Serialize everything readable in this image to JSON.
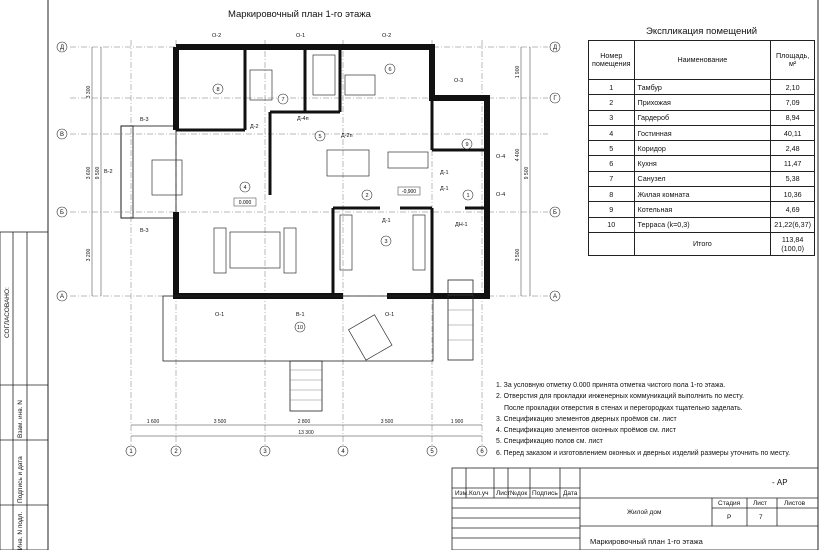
{
  "drawing_title": "Маркировочный план 1-го этажа",
  "explication": {
    "title": "Экспликация помещений",
    "headers": {
      "num": "Номер помещения",
      "name": "Наименование",
      "area": "Площадь, м²"
    },
    "rows": [
      {
        "num": "1",
        "name": "Тамбур",
        "area": "2,10"
      },
      {
        "num": "2",
        "name": "Прихожая",
        "area": "7,09"
      },
      {
        "num": "3",
        "name": "Гардероб",
        "area": "8,94"
      },
      {
        "num": "4",
        "name": "Гостинная",
        "area": "40,11"
      },
      {
        "num": "5",
        "name": "Коридор",
        "area": "2,48"
      },
      {
        "num": "6",
        "name": "Кухня",
        "area": "11,47"
      },
      {
        "num": "7",
        "name": "Санузел",
        "area": "5,38"
      },
      {
        "num": "8",
        "name": "Жилая комната",
        "area": "10,36"
      },
      {
        "num": "9",
        "name": "Котельная",
        "area": "4,69"
      },
      {
        "num": "10",
        "name": "Терраса (k=0,3)",
        "area": "21,22(6,37)"
      }
    ],
    "total": {
      "name": "Итого",
      "area": "113,84",
      "area2": "(100,0)"
    }
  },
  "notes": [
    "1. За условную отметку 0.000 принята отметка чистого пола 1-го этажа.",
    "2. Отверстия для прокладки инженерных коммуникаций выполнить по месту.",
    "После прокладки отверстия в стенах и перегородках тщательно заделать.",
    "3. Спецификацию элементов дверных проёмов см. лист",
    "4. Спецификацию элементов оконных проёмов см. лист",
    "5. Спецификацию полов см. лист",
    "6. Перед заказом и изготовлением оконных и дверных изделий размеры уточнить по месту."
  ],
  "stamp": {
    "code": "- АР",
    "cols": [
      "Изм.",
      "Кол.уч",
      "Лист",
      "№док",
      "Подпись",
      "Дата"
    ],
    "project": "Жилой дом",
    "stage_label": "Стадия",
    "sheet_label": "Лист",
    "sheets_label": "Листов",
    "stage": "Р",
    "sheet": "7",
    "sheets": "",
    "sheet_title": "Маркировочный план 1-го этажа"
  },
  "side_labels": {
    "agreed": "СОГЛАСОВАНО:",
    "replace_inv": "Взам. инв. N",
    "sign_date": "Подпись и дата",
    "inv_orig": "Инв. N подл."
  },
  "plan": {
    "axes_letters": [
      "Д",
      "Г",
      "В",
      "Б",
      "А"
    ],
    "axes_numbers": [
      "1",
      "2",
      "3",
      "4",
      "5",
      "6"
    ],
    "dims_bottom": [
      "1 600",
      "3 500",
      "2 800",
      "3 500",
      "1 900"
    ],
    "dim_total_bottom": "13 300",
    "dims_left": [
      "3 300",
      "3 600",
      "3 200"
    ],
    "dim_total_left": "9 500",
    "dims_right": [
      "1 900",
      "4 400",
      "3 500"
    ],
    "dim_total_right": "9 500",
    "windows": [
      "О-2",
      "О-1",
      "О-2",
      "О-3",
      "О-4",
      "О-4",
      "О-1",
      "О-1"
    ],
    "stained": [
      "В-3",
      "В-2",
      "В-3",
      "В-1"
    ],
    "doors": [
      "Д-2",
      "Д-4п",
      "Д-2п",
      "Д-1",
      "Д-1",
      "Д-1",
      "ДН-1"
    ],
    "rooms": [
      "1",
      "2",
      "3",
      "4",
      "5",
      "6",
      "7",
      "8",
      "9",
      "10"
    ],
    "levels": [
      "0.000",
      "-0,900"
    ]
  }
}
